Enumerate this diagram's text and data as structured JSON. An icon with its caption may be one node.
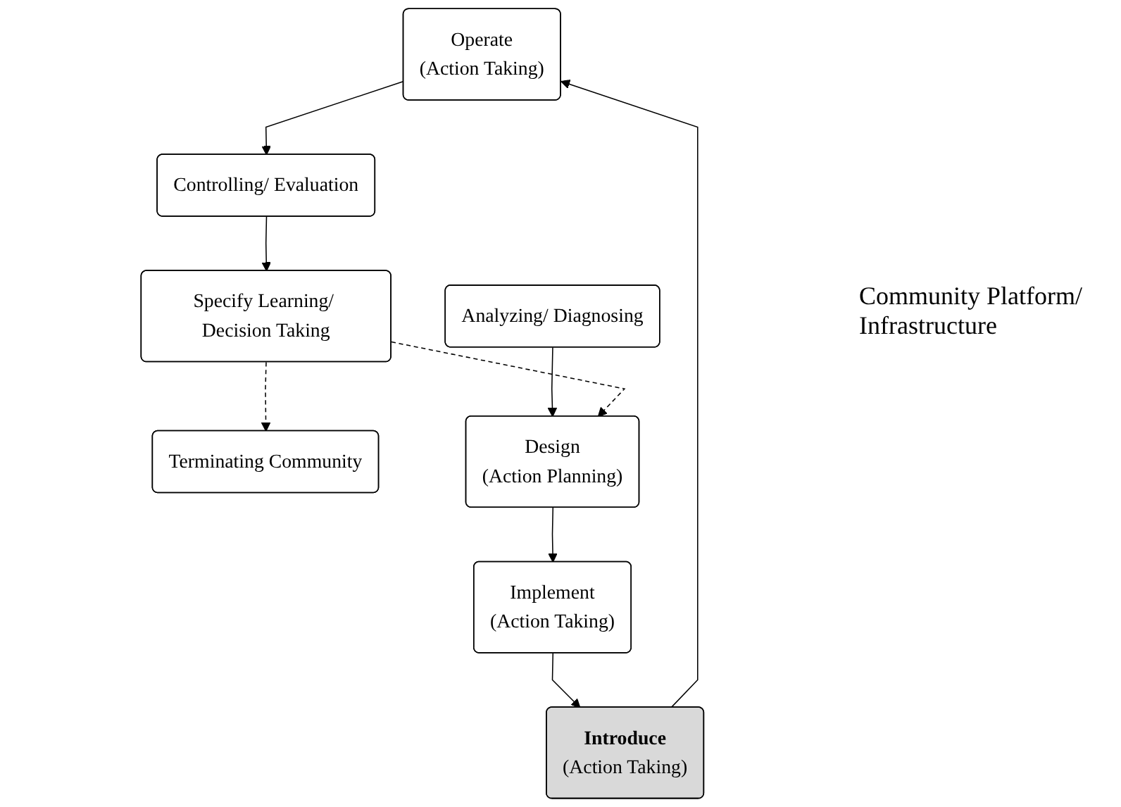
{
  "diagram": {
    "nodes": [
      {
        "text": [
          "Operate",
          "(Action Taking)"
        ]
      },
      {
        "text": [
          "Controlling/ Evaluation"
        ]
      },
      {
        "text": [
          "Specify Learning/ Decision Taking"
        ]
      },
      {
        "text": [
          "Terminating Community"
        ]
      },
      {
        "text": [
          "Design",
          "(Action Planning)"
        ]
      },
      {
        "text": [
          "Analyzing/ Diagnosing"
        ]
      },
      {
        "text": [
          "Implement",
          "(Action Taking)"
        ]
      },
      {
        "text": [
          "Introduce",
          "(Action Taking)"
        ]
      }
    ],
    "edges": [
      {
        "from": 5,
        "to": 4,
        "arrow": "to"
      },
      {
        "from": 4,
        "to": 6,
        "arrow": "to"
      },
      {
        "from": 6,
        "to": 7,
        "arrow": "to"
      },
      {
        "from": 7,
        "to": 0,
        "arrow": "to"
      },
      {
        "from": 0,
        "to": 1,
        "arrow": "to"
      },
      {
        "from": 1,
        "to": 2,
        "arrow": "to"
      },
      {
        "from": 2,
        "to": 4,
        "arrow": "to",
        "style": "dashed"
      },
      {
        "from": 2,
        "to": 3,
        "arrow": "to",
        "style": "dashed"
      }
    ],
    "labels": [
      "Community Platform/ Infrastructure"
    ]
  }
}
